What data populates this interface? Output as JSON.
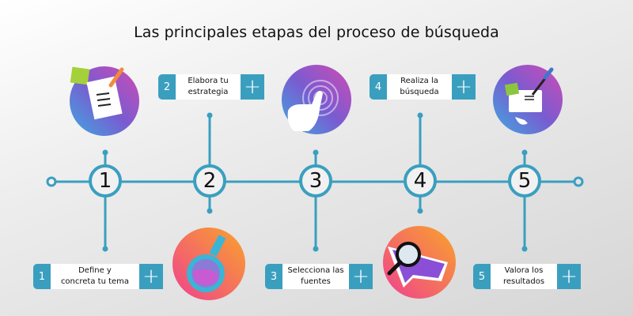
{
  "title": "Las principales etapas del proceso de búsqueda",
  "colors": {
    "accent": "#3a9fbf",
    "node_fill": "#f1f1f1"
  },
  "steps": [
    {
      "number": "1",
      "label_line1": "Define y",
      "label_line2": "concreta tu tema",
      "icon": "notes-pencil-icon",
      "plus": "+"
    },
    {
      "number": "2",
      "label_line1": "Elabora tu",
      "label_line2": "estrategia",
      "icon": "flask-icon",
      "plus": "+"
    },
    {
      "number": "3",
      "label_line1": "Selecciona las",
      "label_line2": "fuentes",
      "icon": "pointing-hand-icon",
      "plus": "+"
    },
    {
      "number": "4",
      "label_line1": "Realiza la",
      "label_line2": "búsqueda",
      "icon": "magnifier-map-icon",
      "plus": "+"
    },
    {
      "number": "5",
      "label_line1": "Valora los",
      "label_line2": "resultados",
      "icon": "document-pen-icon",
      "plus": "+"
    }
  ]
}
